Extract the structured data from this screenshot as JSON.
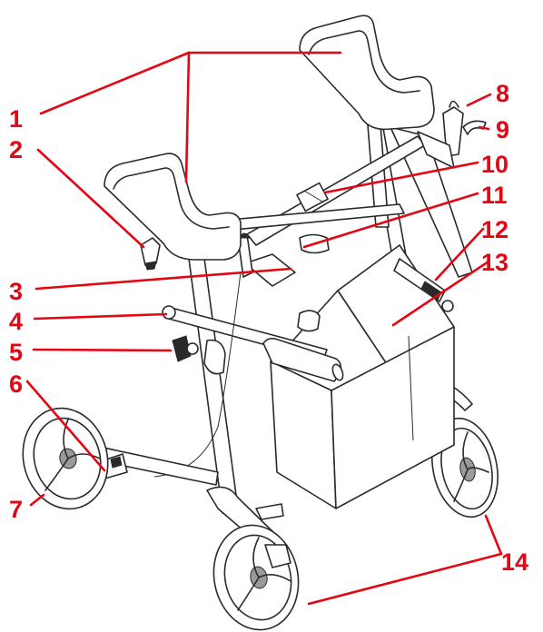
{
  "colors": {
    "callout": "#e30613",
    "line_art": "#2a2a2a",
    "background": "#ffffff"
  },
  "callouts": [
    {
      "id": "1",
      "label": "1"
    },
    {
      "id": "2",
      "label": "2"
    },
    {
      "id": "3",
      "label": "3"
    },
    {
      "id": "4",
      "label": "4"
    },
    {
      "id": "5",
      "label": "5"
    },
    {
      "id": "6",
      "label": "6"
    },
    {
      "id": "7",
      "label": "7"
    },
    {
      "id": "8",
      "label": "8"
    },
    {
      "id": "9",
      "label": "9"
    },
    {
      "id": "10",
      "label": "10"
    },
    {
      "id": "11",
      "label": "11"
    },
    {
      "id": "12",
      "label": "12"
    },
    {
      "id": "13",
      "label": "13"
    },
    {
      "id": "14",
      "label": "14"
    }
  ]
}
